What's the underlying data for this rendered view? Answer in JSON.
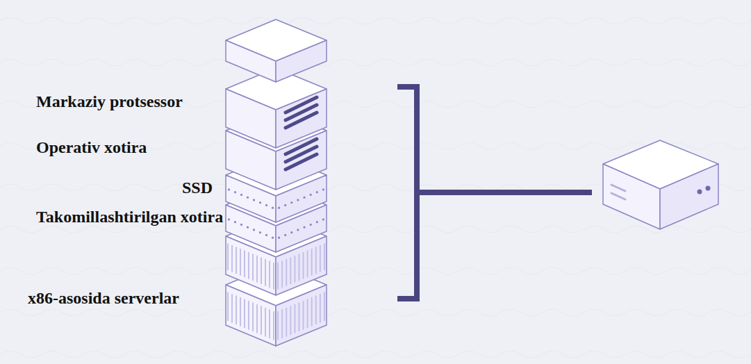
{
  "diagram": {
    "labels": [
      "Markaziy protsessor",
      "Operativ xotira",
      "SSD",
      "Takomillashtirilgan xotira",
      "x86-asosida serverlar"
    ]
  }
}
